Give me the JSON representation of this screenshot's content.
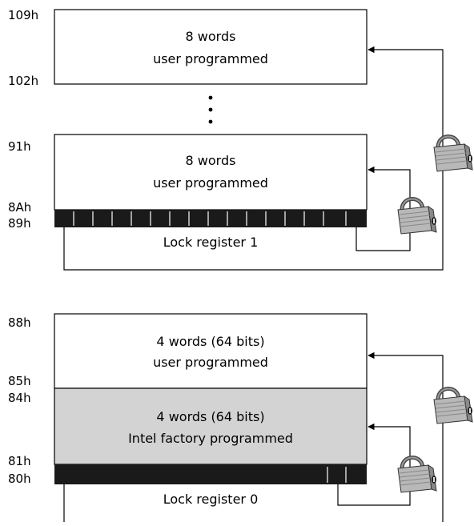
{
  "upper": {
    "addr_109": "109h",
    "addr_102": "102h",
    "addr_91": "91h",
    "addr_8a": "8Ah",
    "addr_89": "89h",
    "block_top_line1": "8 words",
    "block_top_line2": "user programmed",
    "block_mid_line1": "8 words",
    "block_mid_line2": "user programmed",
    "lock_label": "Lock register 1"
  },
  "lower": {
    "addr_88": "88h",
    "addr_85": "85h",
    "addr_84": "84h",
    "addr_81": "81h",
    "addr_80": "80h",
    "block_user_line1": "4 words (64 bits)",
    "block_user_line2": "user programmed",
    "block_factory_line1": "4 words (64 bits)",
    "block_factory_line2": "Intel factory programmed",
    "lock_label": "Lock register 0"
  },
  "colors": {
    "factory_fill": "#d3d3d3",
    "lock_bar": "#1a1a1a",
    "padlock_body": "#b8b8b8"
  }
}
